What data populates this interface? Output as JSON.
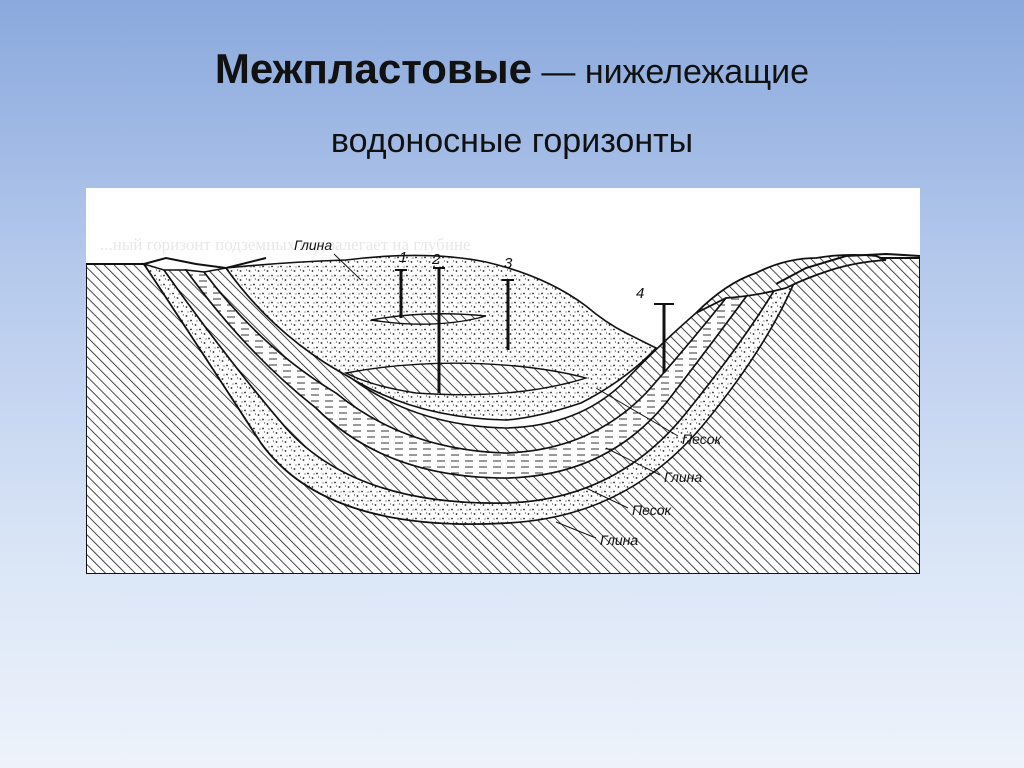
{
  "slide": {
    "title_bold": "Межпластовые",
    "title_dash": " — ",
    "title_rest": "нижележащие",
    "title_line2": "водоносные горизонты"
  },
  "diagram": {
    "labels": {
      "clay_top": "Глина",
      "sand_1": "Песок",
      "clay_1": "Глина",
      "sand_2": "Песок",
      "clay_2": "Глина"
    },
    "wells": [
      "1",
      "2",
      "3",
      "4"
    ]
  }
}
